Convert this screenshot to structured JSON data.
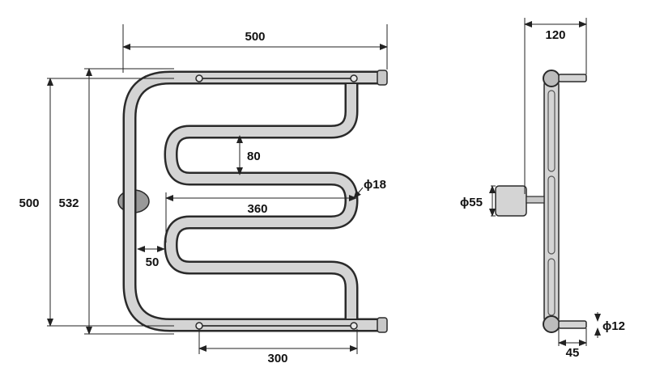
{
  "dimensions": {
    "width_top": "500",
    "height_500": "500",
    "height_532": "532",
    "pitch": "80",
    "pipe_diameter": "ϕ18",
    "inner_width": "360",
    "offset_left": "50",
    "mount_spacing": "300",
    "depth": "120",
    "flange_diameter": "ϕ55",
    "rod_diameter": "ϕ12",
    "rod_depth": "45"
  },
  "colors": {
    "pipe_outline": "#2a2a2a",
    "pipe_fill": "#d4d4d4",
    "dimension_line": "#222222"
  }
}
